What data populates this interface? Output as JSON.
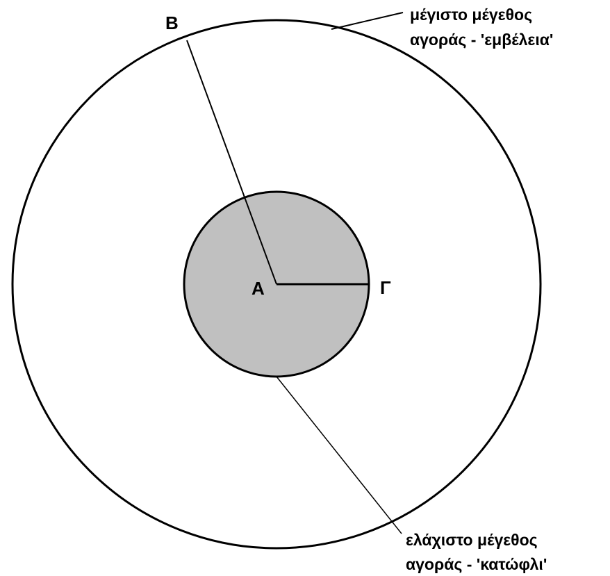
{
  "diagram": {
    "points": {
      "center": "Α",
      "outer": "Β",
      "inner": "Γ"
    },
    "outer_annotation": {
      "line1": "μέγιστο μέγεθος",
      "line2": "αγοράς - 'εμβέλεια'"
    },
    "inner_annotation": {
      "line1": "ελάχιστο μέγεθος",
      "line2": "αγοράς - 'κατώφλι'"
    },
    "colors": {
      "inner_fill": "#c0c0c0",
      "outer_fill": "#ffffff",
      "stroke": "#000000"
    }
  }
}
